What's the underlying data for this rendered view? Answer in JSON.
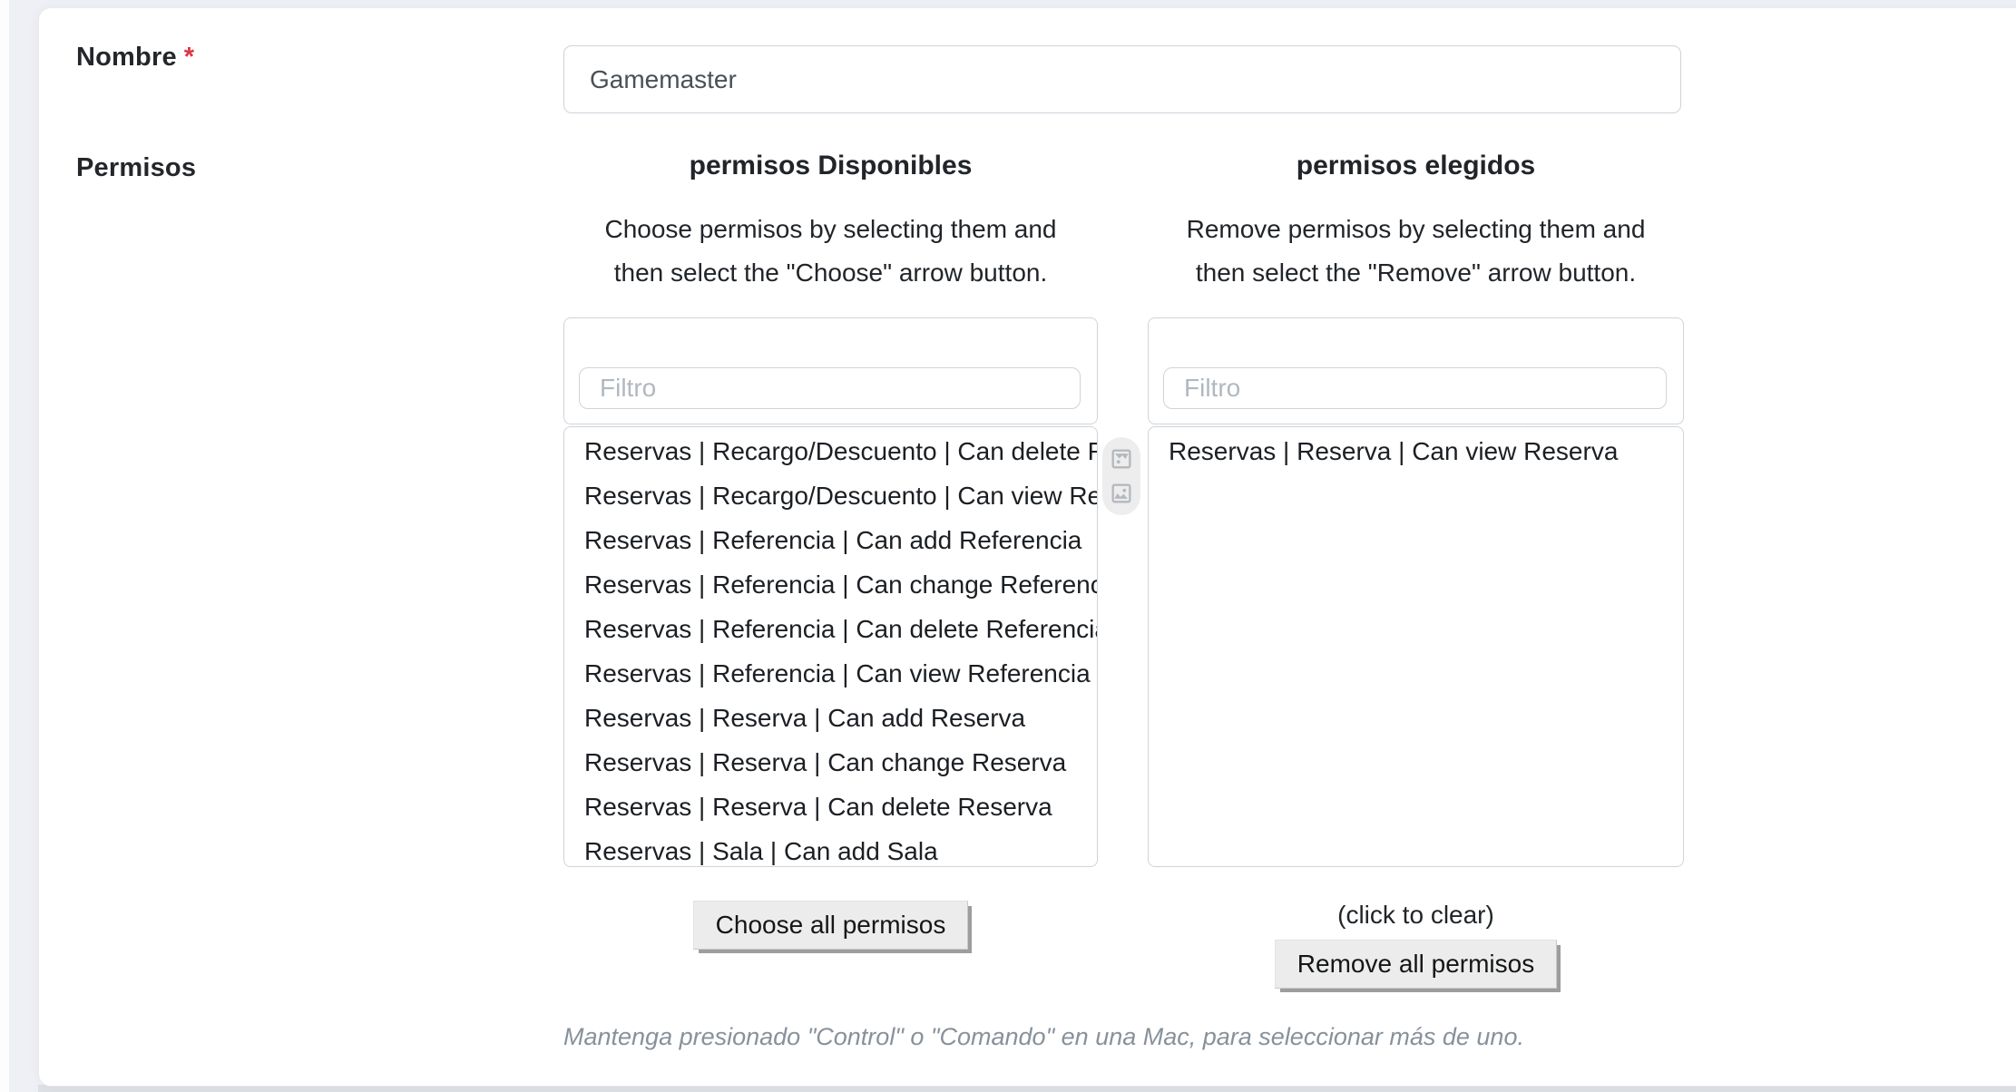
{
  "form": {
    "nombre_label": "Nombre",
    "required_marker": "*",
    "nombre_value": "Gamemaster",
    "permisos_label": "Permisos"
  },
  "available": {
    "title": "permisos Disponibles",
    "help_lines": [
      "Choose permisos by selecting them and",
      "then select the \"Choose\" arrow button."
    ],
    "filter_placeholder": "Filtro",
    "items": [
      "Reservas | Recargo/Descuento | Can delete Recargo/Descuento",
      "Reservas | Recargo/Descuento | Can view Recargo/Descuento",
      "Reservas | Referencia | Can add Referencia",
      "Reservas | Referencia | Can change Referencia",
      "Reservas | Referencia | Can delete Referencia",
      "Reservas | Referencia | Can view Referencia",
      "Reservas | Reserva | Can add Reserva",
      "Reservas | Reserva | Can change Reserva",
      "Reservas | Reserva | Can delete Reserva",
      "Reservas | Sala | Can add Sala"
    ],
    "choose_all_label": "Choose all permisos"
  },
  "chosen": {
    "title": "permisos elegidos",
    "help_lines": [
      "Remove permisos by selecting them and",
      "then select the \"Remove\" arrow button."
    ],
    "filter_placeholder": "Filtro",
    "items": [
      "Reservas | Reserva | Can view Reserva"
    ],
    "clear_label": "(click to clear)",
    "remove_all_label": "Remove all permisos"
  },
  "middle_icons": [
    "choose-arrow (broken image)",
    "remove-arrow (broken image)"
  ],
  "footer_help": "Mantenga presionado \"Control\" o \"Comando\" en una Mac, para seleccionar más de uno.",
  "colors": {
    "required_asterisk": "#dc3545",
    "box_border": "#ced4da",
    "text": "#212529",
    "muted_italic": "#87919b",
    "button_face": "#ececec",
    "button_shadow": "#9d9d9d",
    "page_background": "#eef0f5"
  }
}
